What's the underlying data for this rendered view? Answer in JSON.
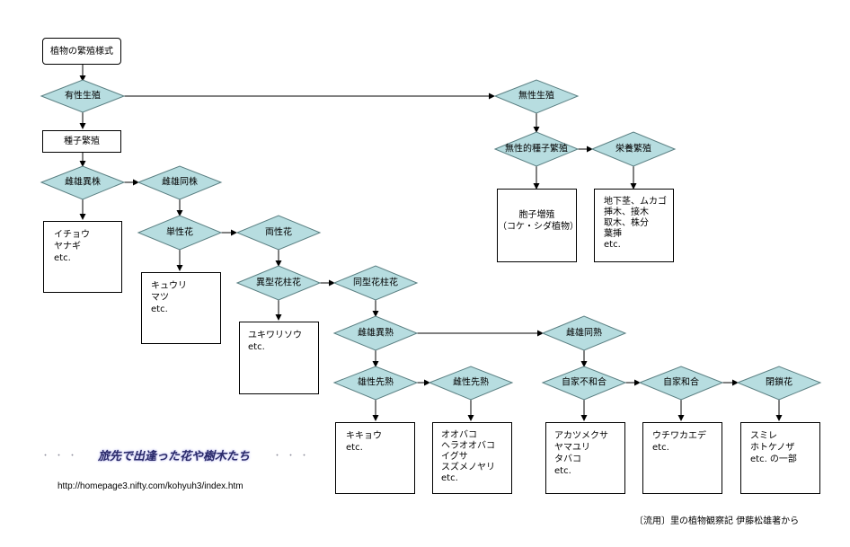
{
  "diagram": {
    "title_node": "植物の繁殖様式",
    "nodes": {
      "sexual": "有性生殖",
      "asexual": "無性生殖",
      "seed_reproduction": "種子繁殖",
      "asexual_seed": "無性的種子繁殖",
      "vegetative": "栄養繁殖",
      "dioecious": "雌雄異株",
      "monoecious": "雌雄同株",
      "unisexual_flower": "単性花",
      "bisexual_flower": "両性花",
      "heterostyly": "異型花柱花",
      "homostyly": "同型花柱花",
      "dichogamy": "雌雄異熟",
      "homogamy": "雌雄同熟",
      "protandry": "雄性先熟",
      "protogyny": "雌性先熟",
      "self_incompatible": "自家不和合",
      "self_compatible": "自家和合",
      "cleistogamy": "閉鎖花"
    },
    "examples": {
      "spore": [
        "胞子増殖",
        "（コケ・シダ植物）"
      ],
      "vegetative": [
        "地下茎、ムカゴ",
        "挿木、接木",
        "取木、株分",
        "葉挿",
        "etc."
      ],
      "dioecious": [
        "イチョウ",
        "ヤナギ",
        "etc."
      ],
      "unisexual": [
        "キュウリ",
        "マツ",
        "etc."
      ],
      "heterostyly": [
        "ユキワリソウ",
        "etc."
      ],
      "protandry": [
        "キキョウ",
        "etc."
      ],
      "protogyny": [
        "オオバコ",
        "ヘラオオバコ",
        "イグサ",
        "スズメノヤリ",
        "etc."
      ],
      "self_incompatible": [
        "アカツメクサ",
        "ヤマユリ",
        "タバコ",
        "etc."
      ],
      "self_compatible": [
        "ウチワカエデ",
        "etc."
      ],
      "cleistogamy": [
        "スミレ",
        "ホトケノザ",
        "etc. の一部"
      ]
    },
    "colors": {
      "diamond_fill": "#b7dde0",
      "diamond_stroke": "#5a7f82",
      "line": "#000000"
    }
  },
  "banner": {
    "dots_left": "・・・",
    "title": "旅先で出逢った花や樹木たち",
    "dots_right": "・・・",
    "url": "http://homepage3.nifty.com/kohyuh3/index.htm"
  },
  "credit": "〔流用〕里の植物観察記  伊藤松雄著から"
}
